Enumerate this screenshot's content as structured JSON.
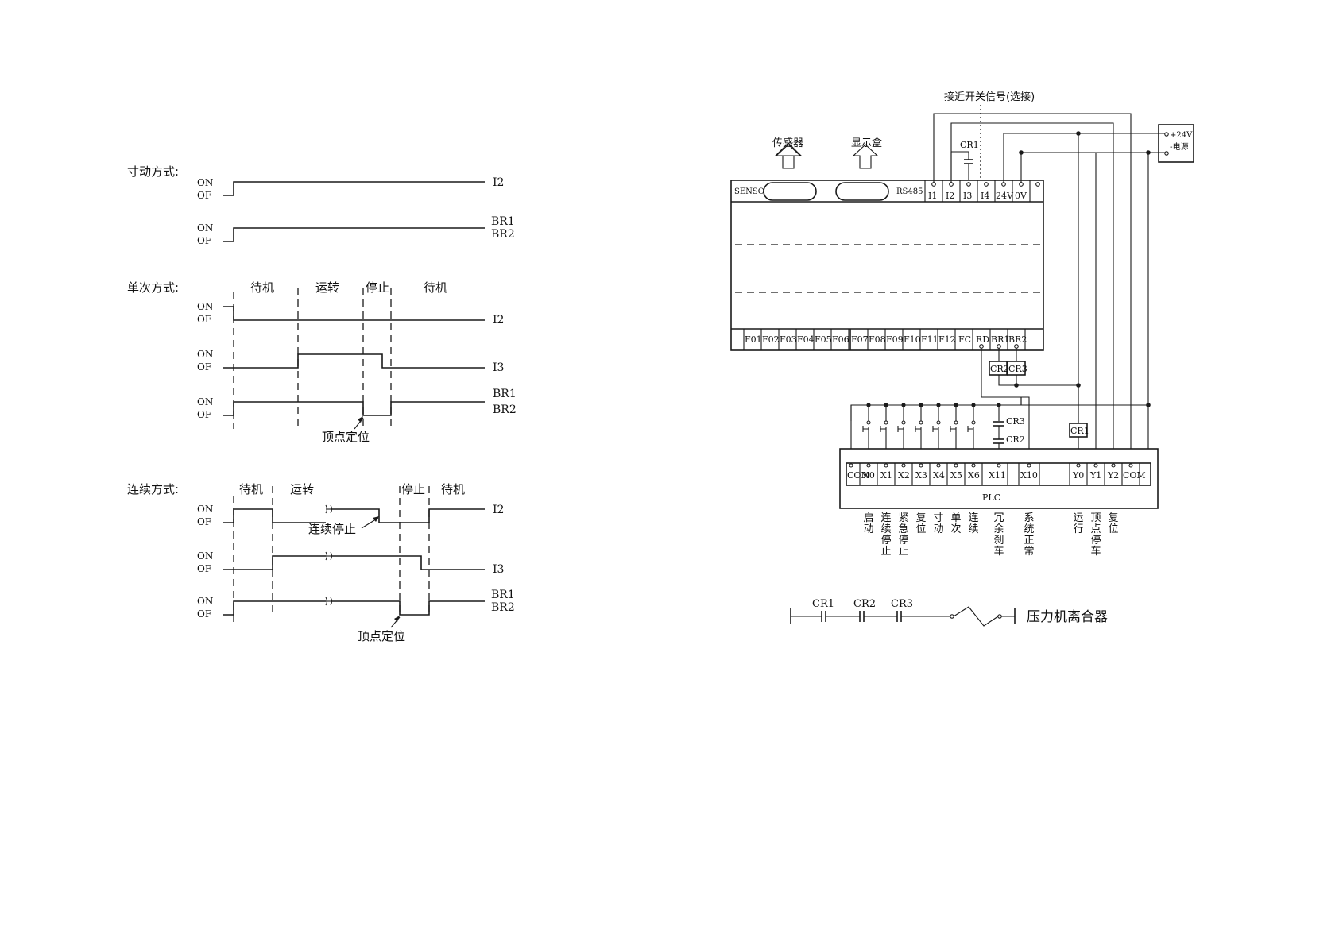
{
  "timing": {
    "inching": {
      "title": "寸动方式:",
      "on": "ON",
      "of": "OF",
      "sig_i2": "I2",
      "sig_br1": "BR1",
      "sig_br2": "BR2"
    },
    "single": {
      "title": "单次方式:",
      "phases": [
        "待机",
        "运转",
        "停止",
        "待机"
      ],
      "on": "ON",
      "of": "OF",
      "sig_i2": "I2",
      "sig_i3": "I3",
      "sig_br1": "BR1",
      "sig_br2": "BR2",
      "annotation": "顶点定位"
    },
    "continuous": {
      "title": "连续方式:",
      "phases": [
        "待机",
        "运转",
        "停止",
        "待机"
      ],
      "on": "ON",
      "of": "OF",
      "sig_i2": "I2",
      "sig_i3": "I3",
      "sig_br1": "BR1",
      "sig_br2": "BR2",
      "annotation_stop": "连续停止",
      "annotation_top": "顶点定位"
    }
  },
  "wiring": {
    "proximity_label": "接近开关信号(选接)",
    "sensor_arrow": "传感器",
    "display_arrow": "显示盒",
    "power": {
      "plus": "+24V",
      "minus": "-电源"
    },
    "controller": {
      "sensor_label": "SENSOR",
      "rs485_label": "RS485",
      "top_terminals": [
        "I1",
        "I2",
        "I3",
        "I4",
        "24V",
        "0V"
      ],
      "bottom_terminals": [
        "F01",
        "F02",
        "F03",
        "F04",
        "F05",
        "F06",
        "F07",
        "F08",
        "F09",
        "F10",
        "F11",
        "F12",
        "FC",
        "RD",
        "BR1",
        "BR2"
      ]
    },
    "relays": {
      "cr1": "CR1",
      "cr2": "CR2",
      "cr3": "CR3"
    },
    "plc": {
      "label": "PLC",
      "inputs": [
        "COM",
        "X0",
        "X1",
        "X2",
        "X3",
        "X4",
        "X5",
        "X6",
        "X11",
        "X10"
      ],
      "outputs": [
        "Y0",
        "Y1",
        "Y2",
        "COM"
      ],
      "input_labels": [
        "启动",
        "连续停止",
        "紧急停止",
        "复位",
        "寸动",
        "单次",
        "连续",
        "冗余刹车",
        "系统正常"
      ],
      "output_labels": [
        "运行",
        "顶点停车",
        "复位"
      ]
    },
    "clutch": {
      "contacts": [
        "CR1",
        "CR2",
        "CR3"
      ],
      "label": "压力机离合器"
    }
  }
}
